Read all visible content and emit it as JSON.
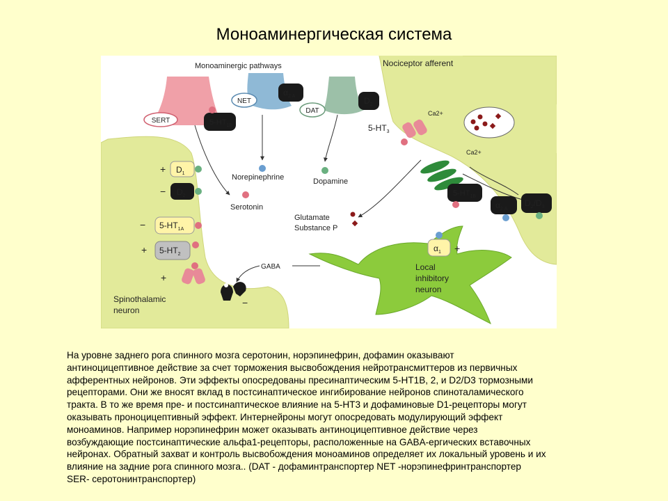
{
  "slide": {
    "title": "Моноаминергическая система",
    "caption": "На уровне заднего рога спинного мозга серотонин, норэпинефрин, дофамин оказывают\nантиноцицептивное действие за счет торможения высвобождения нейротрансмиттеров из первичных\nафферентных нейронов. Эти эффекты опосредованы пресинаптическим 5-HT1B, 2, и D2/D3 тормозными\nрецепторами. Они же вносят вклад в постсинаптическое  ингибирование нейронов спиноталамического\nтракта. В то же время пре- и постсинаптическое влияние на 5-HT3 и дофаминовые D1-рецепторы могут\nоказывать проноцицептивный эффект. Интернейроны могут опосредовать модулирующий эффект\nмоноаминов. Например норэпинефрин может оказывать антиноцицептивное действие через\nвозбуждающие  постсинаптические альфа1-рецепторы, расположенные на GABA-ергических вставочных\nнейронах. Обратный захват и контроль высвобождения моноаминов определяет их локальный уровень и их\nвлияние на задние рога спинного мозга.. (DAT - дофаминтранспортер NET -норэпинефринтранспортер\nSER- серотонинтранспортер)"
  },
  "figure": {
    "pathways_label": "Monoaminergic pathways",
    "nociceptor_label": "Nociceptor afferent",
    "transporters": {
      "sert": "SERT",
      "net": "NET",
      "dat": "DAT"
    },
    "neurotransmitters": {
      "norepinephrine": "Norepinephrine",
      "dopamine": "Dopamine",
      "serotonin": "Serotonin",
      "glutamate": "Glutamate",
      "substance_p": "Substance P",
      "gaba": "GABA",
      "ca_top": "Ca2+",
      "ca_mid": "Ca2+"
    },
    "receptors": {
      "sert_5ht1b": {
        "main": "5-HT",
        "sub": "1B"
      },
      "net_alpha2a": {
        "main": "α",
        "sub": "2 A"
      },
      "dat_d2": {
        "main": "D",
        "sub": "2"
      },
      "post_d1": {
        "main": "D",
        "sub": "1"
      },
      "post_d2": {
        "main": "D",
        "sub": "2"
      },
      "post_5ht1a": {
        "main": "5-HT",
        "sub": "1A"
      },
      "post_5ht2": {
        "main": "5-HT",
        "sub": "2"
      },
      "pre_5ht3": {
        "main": "5-HT",
        "sub": "3"
      },
      "pre_5ht1b": {
        "main": "5-HT",
        "sub": "1B"
      },
      "pre_alpha2a": {
        "main": "α",
        "sub": "2 A"
      },
      "pre_d2d3": {
        "main": "D",
        "sub1": "2",
        "sep": "/D",
        "sub2": "3"
      },
      "inter_alpha1": {
        "main": "α",
        "sub": "1"
      }
    },
    "signs": {
      "d1": "+",
      "d2": "−",
      "ht1a": "−",
      "ht2": "+",
      "spino": "+",
      "alpha1": "+",
      "gabaa": "−"
    },
    "spinothalamic": {
      "line1": "Spinothalamic",
      "line2": "neuron"
    },
    "interneuron": {
      "line1": "Local",
      "line2": "inhibitory",
      "line3": "neuron"
    },
    "colors": {
      "sert": "#f0a0a8",
      "net": "#8fb9d6",
      "dat": "#9cc0a8",
      "neuron_fill": "#e2ea9a",
      "interneuron": "#8ccb3c",
      "receptor_dark": "#1a1a1a",
      "vesicle_dot": "#8b1a1a"
    }
  }
}
